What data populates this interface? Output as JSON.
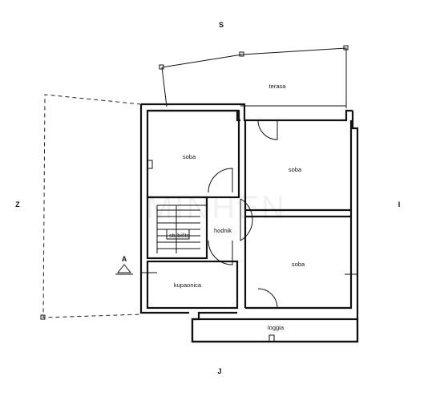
{
  "compass": {
    "north": "S",
    "south": "J",
    "west": "Z",
    "east": "I"
  },
  "rooms": {
    "terrace": "terasa",
    "room_top_left": "soba",
    "room_mid_right": "soba",
    "room_bottom_right": "soba",
    "hallway": "hodnik",
    "staircase": "stubište",
    "bathroom": "kupaonica",
    "loggia": "loggia"
  },
  "section_marker": "A",
  "watermark": "MINHEN"
}
